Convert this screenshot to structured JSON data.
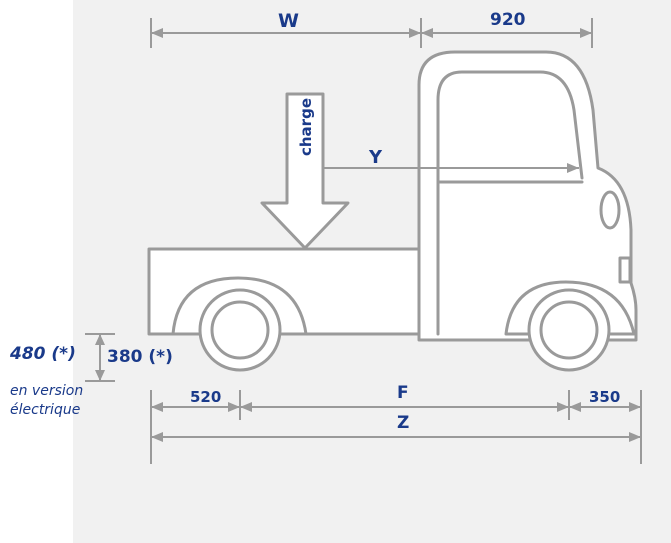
{
  "dimensions": {
    "w": "W",
    "cab_length": "920",
    "y": "Y",
    "f": "F",
    "z": "Z",
    "front_overhang": "520",
    "rear_overhang": "350",
    "ground_clearance": "380 (*)",
    "ground_clearance_electric": "480 (*)"
  },
  "labels": {
    "load_arrow": "charge",
    "electric_note_line1": "en version",
    "electric_note_line2": "électrique"
  },
  "colors": {
    "label_text": "#1a3a8a",
    "outline": "#9a9a9a",
    "panel_bg": "#f1f1f1"
  }
}
